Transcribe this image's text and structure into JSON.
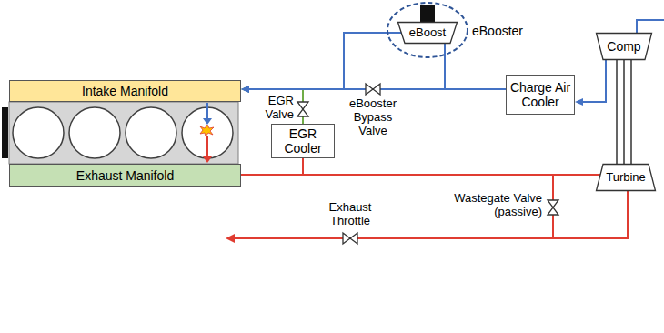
{
  "diagram": {
    "nodes": [
      {
        "text": [
          "eBooster"
        ]
      },
      {
        "text": [
          "eBoost"
        ],
        "in": 0
      },
      {
        "text": [
          "Intake Manifold"
        ]
      },
      {
        "text": [
          "Charge Air Cooler"
        ]
      },
      {
        "text": [
          "Comp"
        ]
      },
      {
        "text": [
          "EGR Cooler"
        ]
      },
      {
        "text": [
          "Exhaust Manifold"
        ]
      },
      {
        "text": [
          "Turbine"
        ]
      }
    ],
    "edges": [
      {
        "from": 4,
        "to": 3,
        "arrow": "to"
      },
      {
        "from": 3,
        "to": 2,
        "arrow": "to"
      },
      {
        "from": 3,
        "to": 1,
        "arrow": "none"
      },
      {
        "from": 1,
        "to": 2,
        "arrow": "to"
      },
      {
        "from": 6,
        "to": 7,
        "arrow": "none"
      },
      {
        "from": 6,
        "to": 5,
        "arrow": "none"
      },
      {
        "from": 5,
        "to": 2,
        "arrow": "to"
      },
      {
        "from": 4,
        "to": 7,
        "arrow": "none"
      }
    ],
    "labels": [
      "EGR Valve",
      "eBooster Bypass Valve",
      "Wastegate Valve (passive)",
      "Exhaust Throttle"
    ]
  }
}
